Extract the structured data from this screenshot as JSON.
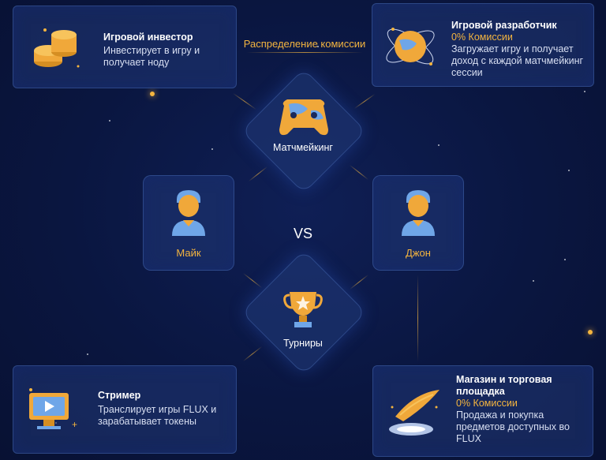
{
  "header": {
    "distribution": "Распределение комиссии"
  },
  "investor": {
    "title": "Игровой инвестор",
    "desc": "Инвестирует в игру и получает ноду"
  },
  "developer": {
    "title": "Игровой разработчик",
    "commission": "0% Комиссии",
    "desc": "Загружает игру и получает доход с каждой матчмейкинг сессии"
  },
  "matchmaking": {
    "label": "Матчмейкинг"
  },
  "player_left": {
    "name": "Майк"
  },
  "player_right": {
    "name": "Джон"
  },
  "versus": {
    "label": "VS"
  },
  "tournaments": {
    "label": "Турниры"
  },
  "streamer": {
    "title": "Стример",
    "desc": "Транслирует игры FLUX и зарабатывает токены"
  },
  "market": {
    "title": "Магазин и торговая площадка",
    "commission": "0% Комиссии",
    "desc": "Продажа и покупка предметов доступных во FLUX"
  },
  "colors": {
    "accent": "#f4b53f",
    "card": "#203878",
    "background": "#0a1640"
  }
}
